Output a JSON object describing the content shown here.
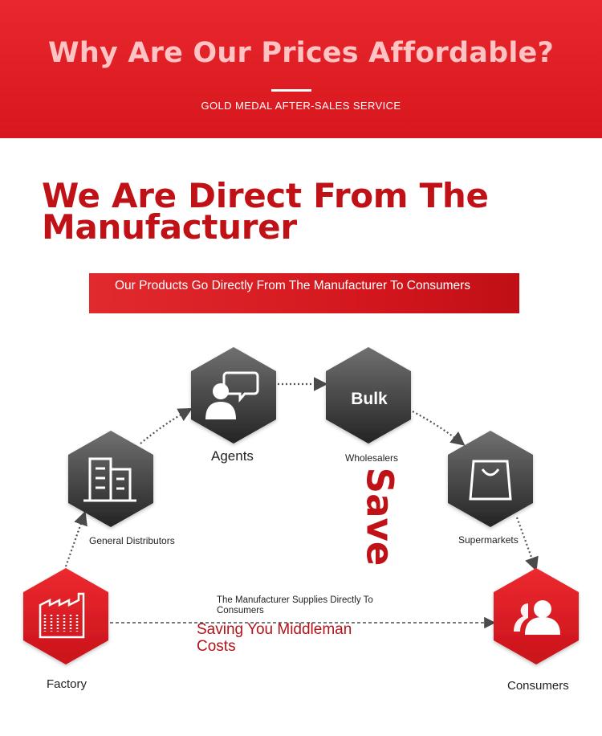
{
  "banner": {
    "title": "Why Are Our Prices Affordable?",
    "subtitle": "GOLD MEDAL AFTER-SALES SERVICE"
  },
  "headline": {
    "line1": "We Are Direct From The",
    "line2": "Manufacturer"
  },
  "redbar": {
    "text": "Our Products Go Directly From The Manufacturer To Consumers"
  },
  "nodes": {
    "agents": "Agents",
    "bulk": "Bulk",
    "wholesalers": "Wholesalers",
    "general_distributors": "General Distributors",
    "supermarkets": "Supermarkets",
    "factory": "Factory",
    "consumers": "Consumers"
  },
  "save_label": "Save",
  "direct_note": "The Manufacturer Supplies Directly To Consumers",
  "saving_note": "Saving You Middleman Costs",
  "colors": {
    "brand_red": "#d8161d",
    "headline_red": "#c01117",
    "hex_gray_top": "#6d6d6d",
    "hex_gray_bottom": "#262626"
  },
  "icons": [
    "building-icon",
    "chat-person-icon",
    "shopping-bag-icon",
    "factory-icon",
    "users-icon"
  ]
}
